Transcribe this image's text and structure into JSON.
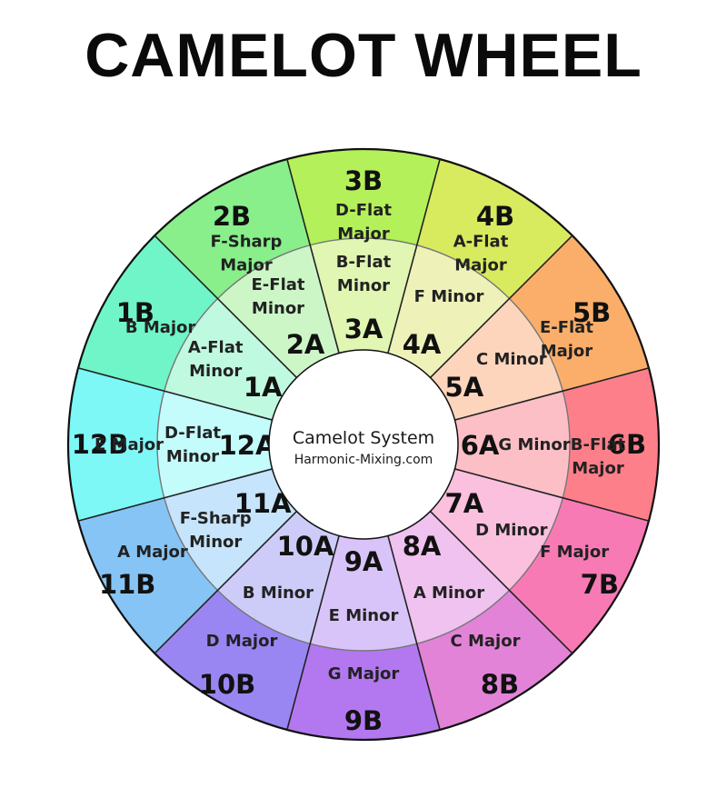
{
  "title": "CAMELOT WHEEL",
  "center": {
    "line1": "Camelot System",
    "line2": "Harmonic-Mixing.com"
  },
  "outer_ring": [
    {
      "code": "12B",
      "key": [
        "E Major"
      ],
      "color": "#7ef7f7"
    },
    {
      "code": "1B",
      "key": [
        "B Major"
      ],
      "color": "#6ff5c8"
    },
    {
      "code": "2B",
      "key": [
        "F-Sharp",
        "Major"
      ],
      "color": "#88ef8a"
    },
    {
      "code": "3B",
      "key": [
        "D-Flat",
        "Major"
      ],
      "color": "#b4f05a"
    },
    {
      "code": "4B",
      "key": [
        "A-Flat",
        "Major"
      ],
      "color": "#d8ea5e"
    },
    {
      "code": "5B",
      "key": [
        "E-Flat",
        "Major"
      ],
      "color": "#fbae6a"
    },
    {
      "code": "6B",
      "key": [
        "B-Flat",
        "Major"
      ],
      "color": "#fd7f8a"
    },
    {
      "code": "7B",
      "key": [
        "F Major"
      ],
      "color": "#f87ab4"
    },
    {
      "code": "8B",
      "key": [
        "C Major"
      ],
      "color": "#e283d8"
    },
    {
      "code": "9B",
      "key": [
        "G Major"
      ],
      "color": "#b378f0"
    },
    {
      "code": "10B",
      "key": [
        "D Major"
      ],
      "color": "#9a86f2"
    },
    {
      "code": "11B",
      "key": [
        "A Major"
      ],
      "color": "#86c4f6"
    }
  ],
  "inner_ring": [
    {
      "code": "12A",
      "key": [
        "D-Flat",
        "Minor"
      ],
      "color": "#c4fbfb"
    },
    {
      "code": "1A",
      "key": [
        "A-Flat",
        "Minor"
      ],
      "color": "#bff9e0"
    },
    {
      "code": "2A",
      "key": [
        "E-Flat",
        "Minor"
      ],
      "color": "#ccf6c6"
    },
    {
      "code": "3A",
      "key": [
        "B-Flat",
        "Minor"
      ],
      "color": "#e0f6b2"
    },
    {
      "code": "4A",
      "key": [
        "F Minor"
      ],
      "color": "#eef2b8"
    },
    {
      "code": "5A",
      "key": [
        "C Minor"
      ],
      "color": "#fdd5bd"
    },
    {
      "code": "6A",
      "key": [
        "G Minor"
      ],
      "color": "#fdbfc6"
    },
    {
      "code": "7A",
      "key": [
        "D Minor"
      ],
      "color": "#fac0de"
    },
    {
      "code": "8A",
      "key": [
        "A Minor"
      ],
      "color": "#f0c2f0"
    },
    {
      "code": "9A",
      "key": [
        "E Minor"
      ],
      "color": "#d9c4f9"
    },
    {
      "code": "10A",
      "key": [
        "B Minor"
      ],
      "color": "#cdccf9"
    },
    {
      "code": "11A",
      "key": [
        "F-Sharp",
        "Minor"
      ],
      "color": "#c6e4fb"
    }
  ]
}
